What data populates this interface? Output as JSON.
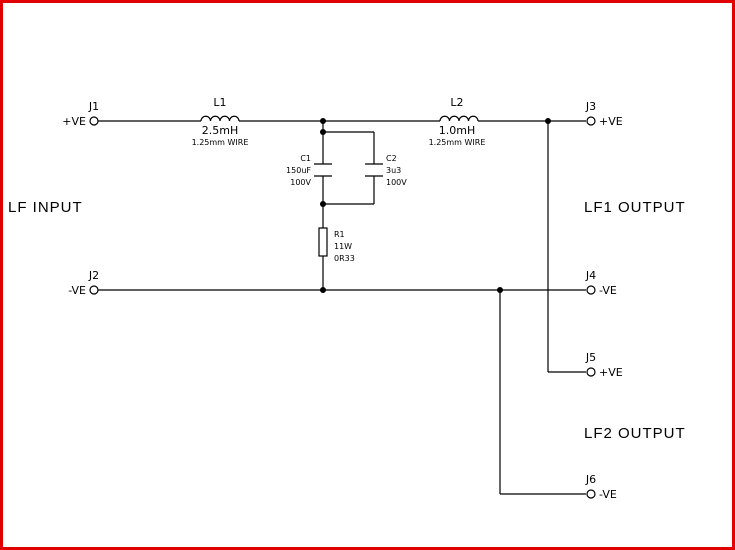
{
  "border_color": "#e00000",
  "connectors": {
    "j1": {
      "ref": "J1",
      "pol": "+VE"
    },
    "j2": {
      "ref": "J2",
      "pol": "-VE"
    },
    "j3": {
      "ref": "J3",
      "pol": "+VE"
    },
    "j4": {
      "ref": "J4",
      "pol": "-VE"
    },
    "j5": {
      "ref": "J5",
      "pol": "+VE"
    },
    "j6": {
      "ref": "J6",
      "pol": "-VE"
    }
  },
  "components": {
    "l1": {
      "ref": "L1",
      "value": "2.5mH",
      "note": "1.25mm  WIRE"
    },
    "l2": {
      "ref": "L2",
      "value": "1.0mH",
      "note": "1.25mm  WIRE"
    },
    "c1": {
      "ref": "C1",
      "value": "150uF",
      "rating": "100V"
    },
    "c2": {
      "ref": "C2",
      "value": "3u3",
      "rating": "100V"
    },
    "r1": {
      "ref": "R1",
      "power": "11W",
      "value": "0R33"
    }
  },
  "labels": {
    "lf_input": "LF  INPUT",
    "lf1_output": "LF1  OUTPUT",
    "lf2_output": "LF2  OUTPUT"
  }
}
